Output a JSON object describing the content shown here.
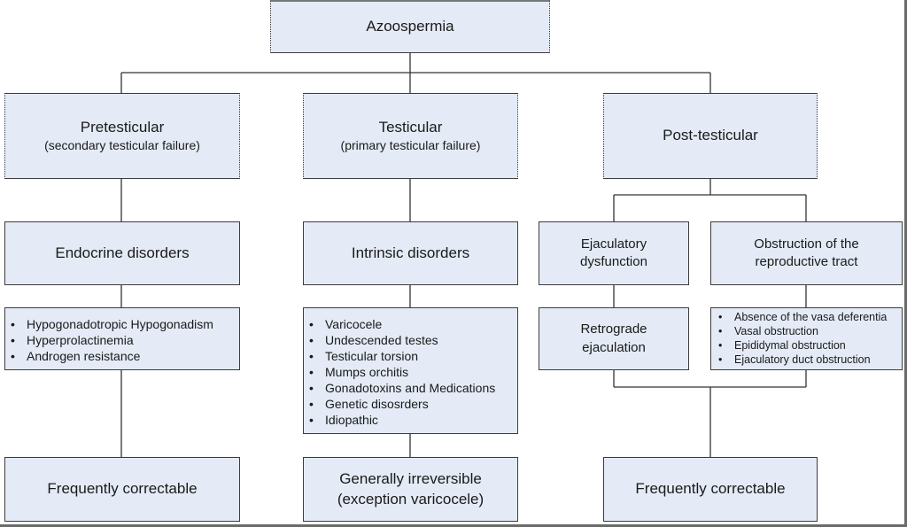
{
  "root": {
    "label": "Azoospermia"
  },
  "categories": {
    "pretesticular": {
      "title": "Pretesticular",
      "subtitle": "(secondary testicular failure)"
    },
    "testicular": {
      "title": "Testicular",
      "subtitle": "(primary testicular failure)"
    },
    "posttesticular": {
      "title": "Post-testicular"
    }
  },
  "disorders": {
    "endocrine": "Endocrine disorders",
    "intrinsic": "Intrinsic disorders",
    "ejaculatory": "Ejaculatory dysfunction",
    "obstruction": "Obstruction of the reproductive tract",
    "retrograde": "Retrograde ejaculation"
  },
  "lists": {
    "endocrine_items": [
      "Hypogonadotropic Hypogonadism",
      "Hyperprolactinemia",
      "Androgen resistance"
    ],
    "intrinsic_items": [
      "Varicocele",
      "Undescended testes",
      "Testicular torsion",
      "Mumps orchitis",
      "Gonadotoxins and Medications",
      "Genetic disosrders",
      "Idiopathic"
    ],
    "obstruction_items": [
      "Absence of the vasa deferentia",
      "Vasal obstruction",
      "Epididymal obstruction",
      "Ejaculatory duct obstruction"
    ]
  },
  "outcomes": {
    "pretesticular": "Frequently correctable",
    "testicular": "Generally irreversible (exception varicocele)",
    "posttesticular": "Frequently correctable"
  },
  "colors": {
    "box_fill": "#e4ebf6",
    "border": "#3c3c3c",
    "connector": "#333333"
  }
}
